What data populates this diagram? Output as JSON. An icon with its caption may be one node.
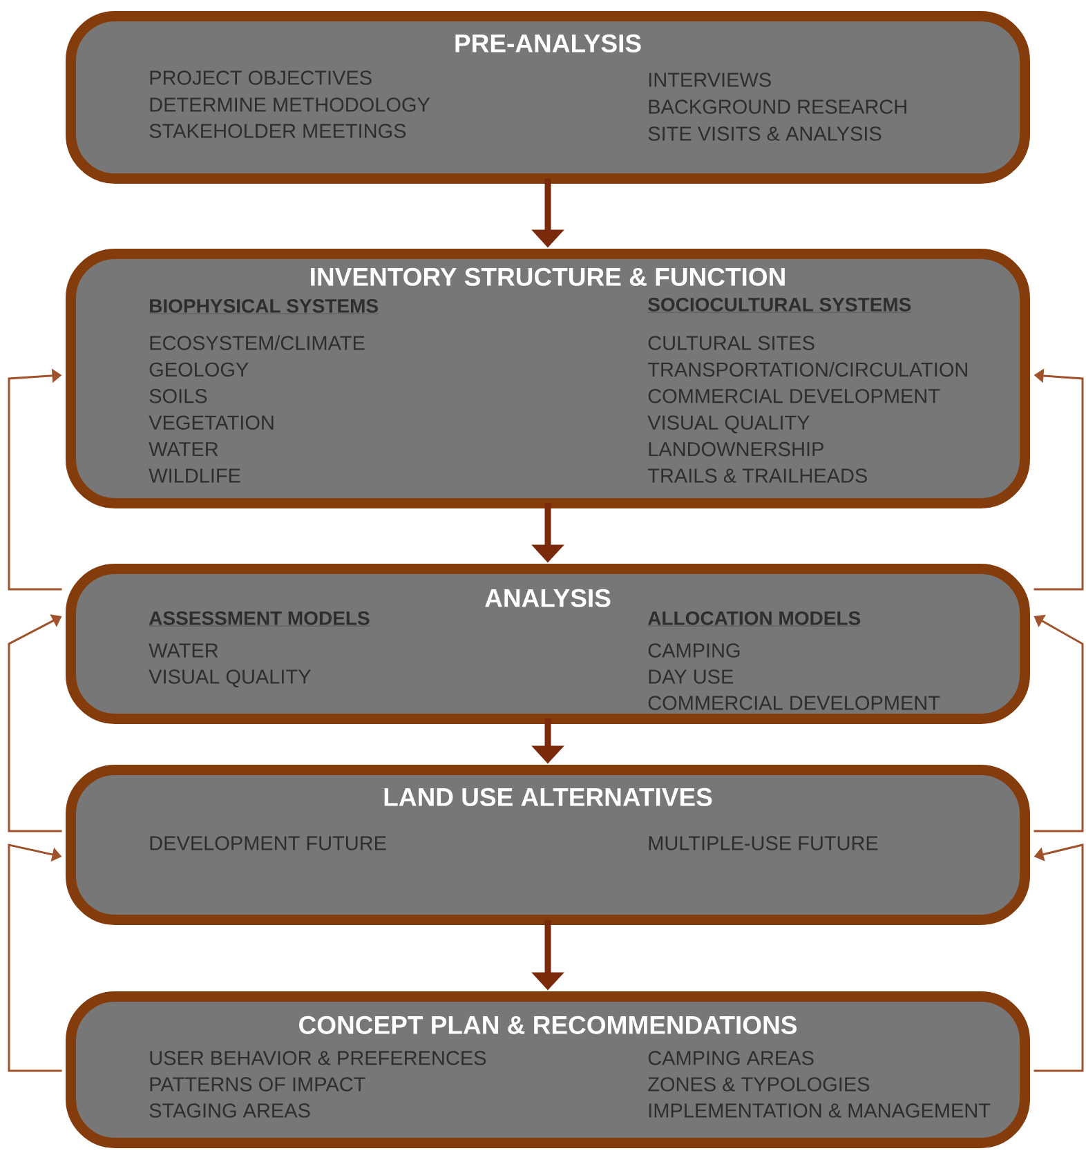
{
  "diagram": {
    "nodes": [
      {
        "text": [
          "PRE-ANALYSIS",
          "PROJECT OBJECTIVES",
          "DETERMINE METHODOLOGY",
          "STAKEHOLDER MEETINGS",
          "INTERVIEWS",
          "BACKGROUND RESEARCH",
          "SITE VISITS & ANALYSIS"
        ]
      },
      {
        "text": [
          "INVENTORY STRUCTURE & FUNCTION",
          "BIOPHYSICAL SYSTEMS",
          "ECOSYSTEM/CLIMATE",
          "GEOLOGY",
          "SOILS",
          "VEGETATION",
          "WATER",
          "WILDLIFE",
          "SOCIOCULTURAL SYSTEMS",
          "CULTURAL SITES",
          "TRANSPORTATION/CIRCULATION",
          "COMMERCIAL DEVELOPMENT",
          "VISUAL QUALITY",
          "LANDOWNERSHIP",
          "TRAILS & TRAILHEADS"
        ]
      },
      {
        "text": [
          "ANALYSIS",
          "ASSESSMENT MODELS",
          "WATER",
          "VISUAL QUALITY",
          "ALLOCATION MODELS",
          "CAMPING",
          "DAY USE",
          "COMMERCIAL DEVELOPMENT"
        ]
      },
      {
        "text": [
          "LAND USE ALTERNATIVES",
          "DEVELOPMENT FUTURE",
          "MULTIPLE-USE FUTURE"
        ]
      },
      {
        "text": [
          "CONCEPT PLAN & RECOMMENDATIONS",
          "USER BEHAVIOR & PREFERENCES",
          "PATTERNS OF IMPACT",
          "STAGING AREAS",
          "CAMPING AREAS",
          "ZONES & TYPOLOGIES",
          "IMPLEMENTATION & MANAGEMENT"
        ]
      }
    ],
    "edges": [
      {
        "from": 0,
        "to": 1,
        "arrow": "to",
        "style": "thick",
        "color": "#7a2a0a"
      },
      {
        "from": 1,
        "to": 2,
        "arrow": "to",
        "style": "thick",
        "color": "#7a2a0a"
      },
      {
        "from": 2,
        "to": 3,
        "arrow": "to",
        "style": "thick",
        "color": "#7a2a0a"
      },
      {
        "from": 3,
        "to": 4,
        "arrow": "to",
        "style": "thick",
        "color": "#7a2a0a"
      },
      {
        "from": 2,
        "to": 1,
        "arrow": "to"
      },
      {
        "from": 3,
        "to": 2,
        "arrow": "to"
      },
      {
        "from": 4,
        "to": 3,
        "arrow": "to"
      },
      {
        "from": 2,
        "to": 1,
        "arrow": "to"
      },
      {
        "from": 3,
        "to": 2,
        "arrow": "to"
      },
      {
        "from": 4,
        "to": 3,
        "arrow": "to"
      }
    ]
  }
}
